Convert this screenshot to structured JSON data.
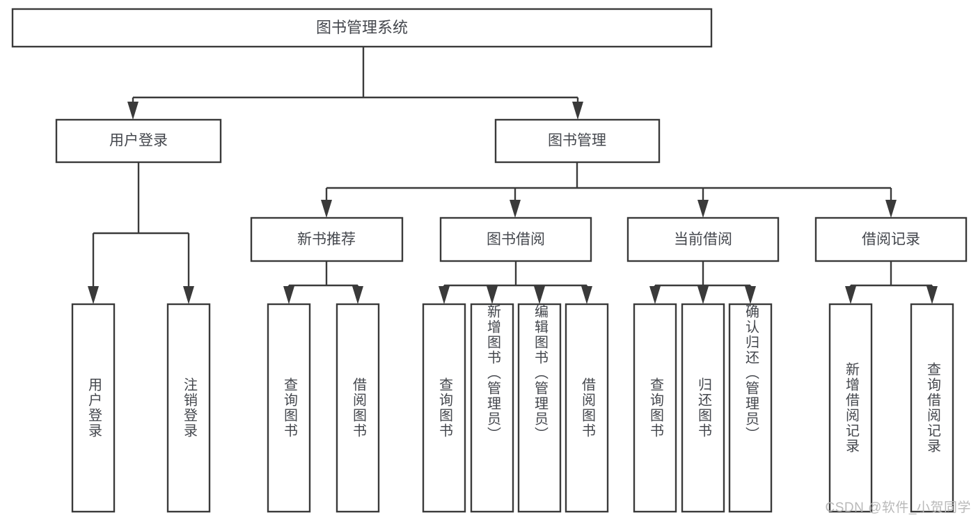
{
  "diagram": {
    "title": "图书管理系统",
    "type": "tree-hierarchy",
    "watermark": "CSDN @软件_小贺同学",
    "colors": {
      "stroke": "#3a3a3a",
      "text": "#44474d",
      "background": "#ffffff",
      "watermark": "#b9b9b9"
    }
  },
  "nodes": {
    "root": {
      "label": "图书管理系统"
    },
    "level2": [
      {
        "label": "用户登录"
      },
      {
        "label": "图书管理"
      }
    ],
    "level3": [
      {
        "label": "新书推荐"
      },
      {
        "label": "图书借阅"
      },
      {
        "label": "当前借阅"
      },
      {
        "label": "借阅记录"
      }
    ],
    "leaves": {
      "user_login": [
        {
          "label": "用户登录"
        },
        {
          "label": "注销登录"
        }
      ],
      "new_book": [
        {
          "label": "查询图书"
        },
        {
          "label": "借阅图书"
        }
      ],
      "book_borrow": [
        {
          "label": "查询图书"
        },
        {
          "label": "新增图书（管理员）"
        },
        {
          "label": "编辑图书（管理员）"
        },
        {
          "label": "借阅图书"
        }
      ],
      "current_borrow": [
        {
          "label": "查询图书"
        },
        {
          "label": "归还图书"
        },
        {
          "label": "确认归还（管理员）"
        }
      ],
      "borrow_record": [
        {
          "label": "新增借阅记录"
        },
        {
          "label": "查询借阅记录"
        }
      ]
    }
  }
}
